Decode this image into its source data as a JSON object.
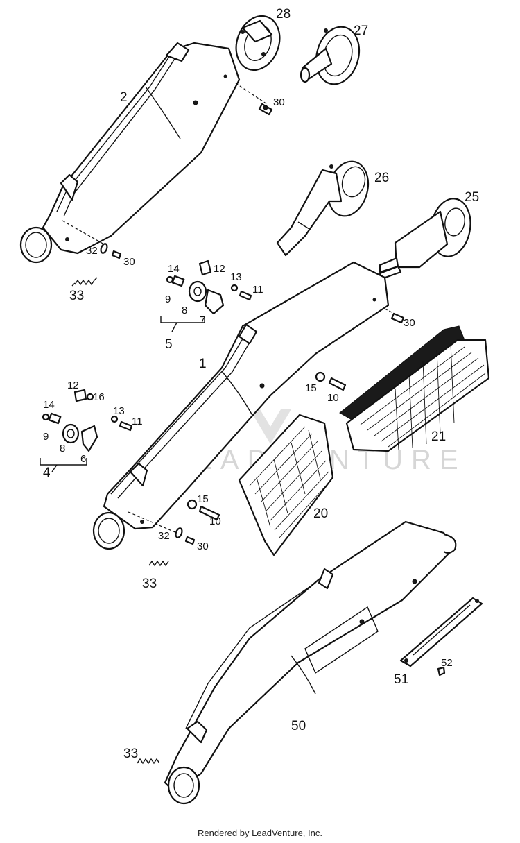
{
  "diagram": {
    "watermark": "LEADVENTURE",
    "callouts": {
      "c28": "28",
      "c27": "27",
      "c2": "2",
      "c30a": "30",
      "c26": "26",
      "c25": "25",
      "c32a": "32",
      "c30b": "30",
      "c33a": "33",
      "c14a": "14",
      "c12a": "12",
      "c13a": "13",
      "c11a": "11",
      "c9a": "9",
      "c8a": "8",
      "c7": "7",
      "c5": "5",
      "c1": "1",
      "c30c": "30",
      "c15a": "15",
      "c10a": "10",
      "c21": "21",
      "c12b": "12",
      "c16": "16",
      "c14b": "14",
      "c13b": "13",
      "c11b": "11",
      "c9b": "9",
      "c8b": "8",
      "c6": "6",
      "c4": "4",
      "c15b": "15",
      "c10b": "10",
      "c20": "20",
      "c32b": "32",
      "c30d": "30",
      "c33b": "33",
      "c51": "51",
      "c52": "52",
      "c50": "50",
      "c33c": "33"
    }
  },
  "footer": {
    "text": "Rendered by LeadVenture, Inc."
  }
}
